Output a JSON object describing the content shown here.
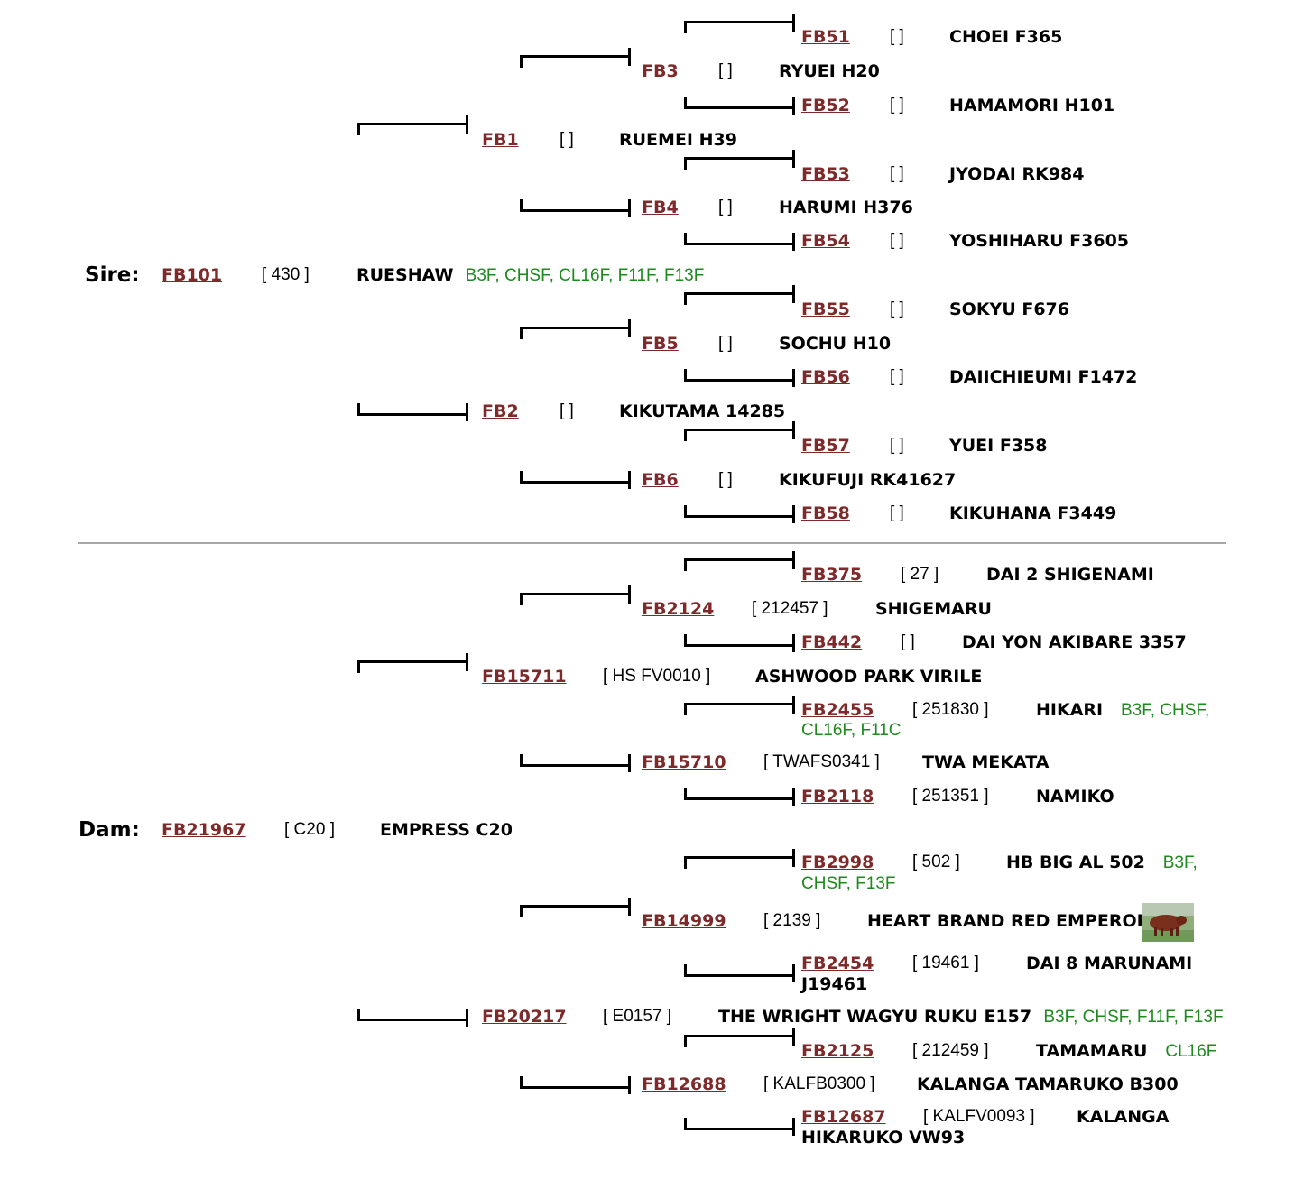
{
  "sire": {
    "role_label": "Sire:",
    "reg": "FB101",
    "herd": "[ 430 ]",
    "name": "RUESHAW",
    "genetics": "B3F, CHSF, CL16F, F11F, F13F",
    "sire": {
      "reg": "FB1",
      "herd": "[ ]",
      "name": "RUEMEI H39",
      "sire": {
        "reg": "FB3",
        "herd": "[ ]",
        "name": "RYUEI H20",
        "sire": {
          "reg": "FB51",
          "herd": "[ ]",
          "name": "CHOEI F365"
        },
        "dam": {
          "reg": "FB52",
          "herd": "[ ]",
          "name": "HAMAMORI H101"
        }
      },
      "dam": {
        "reg": "FB4",
        "herd": "[ ]",
        "name": "HARUMI H376",
        "sire": {
          "reg": "FB53",
          "herd": "[ ]",
          "name": "JYODAI RK984"
        },
        "dam": {
          "reg": "FB54",
          "herd": "[ ]",
          "name": "YOSHIHARU F3605"
        }
      }
    },
    "dam": {
      "reg": "FB2",
      "herd": "[ ]",
      "name": "KIKUTAMA 14285",
      "sire": {
        "reg": "FB5",
        "herd": "[ ]",
        "name": "SOCHU H10",
        "sire": {
          "reg": "FB55",
          "herd": "[ ]",
          "name": "SOKYU F676"
        },
        "dam": {
          "reg": "FB56",
          "herd": "[ ]",
          "name": "DAIICHIEUMI F1472"
        }
      },
      "dam": {
        "reg": "FB6",
        "herd": "[ ]",
        "name": "KIKUFUJI RK41627",
        "sire": {
          "reg": "FB57",
          "herd": "[ ]",
          "name": "YUEI F358"
        },
        "dam": {
          "reg": "FB58",
          "herd": "[ ]",
          "name": "KIKUHANA F3449"
        }
      }
    }
  },
  "dam": {
    "role_label": "Dam:",
    "reg": "FB21967",
    "herd": "[ C20 ]",
    "name": "EMPRESS C20",
    "sire": {
      "reg": "FB15711",
      "herd": "[ HS FV0010 ]",
      "name": "ASHWOOD PARK VIRILE",
      "sire": {
        "reg": "FB2124",
        "herd": "[ 212457 ]",
        "name": "SHIGEMARU",
        "sire": {
          "reg": "FB375",
          "herd": "[ 27 ]",
          "name": "DAI 2 SHIGENAMI"
        },
        "dam": {
          "reg": "FB442",
          "herd": "[ ]",
          "name": "DAI YON AKIBARE 3357"
        }
      },
      "dam": {
        "reg": "FB15710",
        "herd": "[ TWAFS0341 ]",
        "name": "TWA MEKATA",
        "sire": {
          "reg": "FB2455",
          "herd": "[ 251830 ]",
          "name": "HIKARI",
          "genetics_a": "B3F, CHSF,",
          "genetics_b": "CL16F, F11C"
        },
        "dam": {
          "reg": "FB2118",
          "herd": "[ 251351 ]",
          "name": "NAMIKO"
        }
      }
    },
    "dam": {
      "reg": "FB20217",
      "herd": "[ E0157 ]",
      "name": "THE WRIGHT WAGYU RUKU E157",
      "genetics": "B3F, CHSF, F11F, F13F",
      "sire": {
        "reg": "FB14999",
        "herd": "[ 2139 ]",
        "name": "HEART BRAND RED EMPEROR",
        "sire": {
          "reg": "FB2998",
          "herd": "[ 502 ]",
          "name": "HB BIG AL 502",
          "genetics_a": "B3F,",
          "genetics_b": "CHSF, F13F"
        },
        "dam": {
          "reg": "FB2454",
          "herd": "[ 19461 ]",
          "name": "DAI 8 MARUNAMI",
          "name_b": "J19461"
        }
      },
      "dam": {
        "reg": "FB12688",
        "herd": "[ KALFB0300 ]",
        "name": "KALANGA TAMARUKO B300",
        "sire": {
          "reg": "FB2125",
          "herd": "[ 212459 ]",
          "name": "TAMAMARU",
          "genetics": "CL16F"
        },
        "dam": {
          "reg": "FB12687",
          "herd": "[ KALFV0093 ]",
          "name": "KALANGA",
          "name_b": "HIKARUKO VW93"
        }
      }
    }
  },
  "colors": {
    "link": "#7f2a2a",
    "genetics": "#1e8a1e",
    "divider": "#a6a6a6"
  },
  "photo_icon": "red-bull-photo"
}
